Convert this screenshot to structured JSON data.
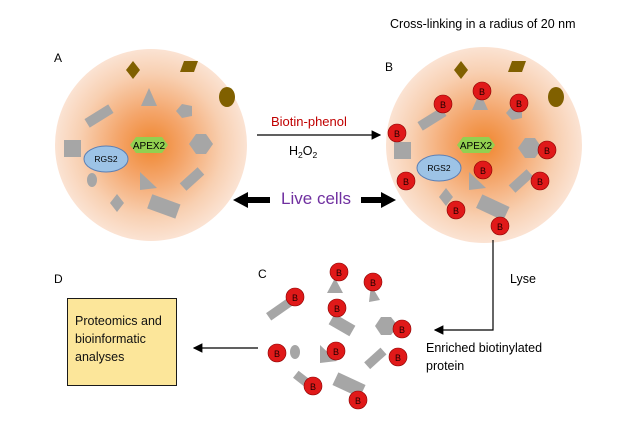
{
  "labels": {
    "a": "A",
    "b": "B",
    "c": "C",
    "d": "D",
    "crosslink_title": "Cross-linking in a radius of 20 nm",
    "biotin_phenol": "Biotin-phenol",
    "h2o2_main": "H",
    "h2o2_sub1": "2",
    "h2o2_mid": "O",
    "h2o2_sub2": "2",
    "live_cells": "Live cells",
    "lyse": "Lyse",
    "enriched_line1": "Enriched biotinylated",
    "enriched_line2": "protein",
    "apex2": "APEX2",
    "rgs2": "RGS2",
    "biotin": "B",
    "proteomics": "Proteomics and bioinformatic analyses"
  },
  "colors": {
    "cell_center": "#f0862e",
    "cell_edge": "#fbe3d3",
    "protein_gray": "#a6a6a6",
    "biotin_red": "#e01919",
    "apex2_green": "#92d050",
    "rgs2_blue": "#9dc3e6",
    "gold_shape": "#806000",
    "result_box": "#fce69a",
    "biotin_phenol_text": "#c00000",
    "live_cells_text": "#7030a0"
  },
  "icons": [
    "diamond",
    "parallelogram",
    "oval",
    "triangle",
    "hexagon",
    "rectangle",
    "biotin-tag"
  ]
}
